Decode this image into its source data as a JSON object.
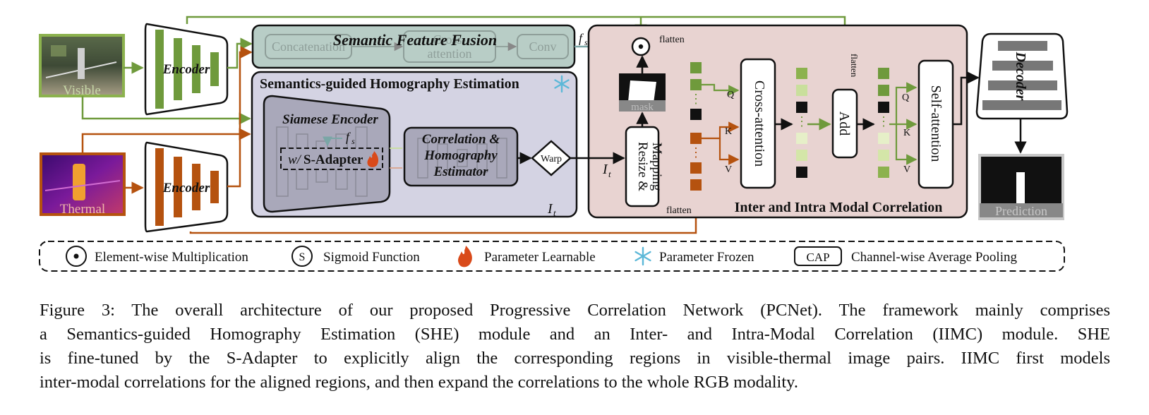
{
  "inputs": {
    "visible_label": "Visible",
    "thermal_label": "Thermal"
  },
  "encoders": {
    "visible_label": "Encoder",
    "thermal_label": "Encoder"
  },
  "sff": {
    "title": "Semantic Feature Fusion",
    "concat_label": "Concatenation",
    "cross_label_1": "Cross-",
    "cross_label_2": "attention",
    "conv_label": "Conv",
    "output_symbol": "f",
    "output_subscript": "s"
  },
  "she": {
    "title": "Semantics-guided Homography Estimation",
    "siamese_label": "Siamese Encoder",
    "fs_symbol": "f",
    "fs_subscript": "s",
    "adapter_prefix": "w/",
    "adapter_label": "S-Adapter",
    "corr_label_1": "Correlation &",
    "corr_label_2": "Homography",
    "corr_label_3": "Estimator",
    "warp_label": "Warp",
    "it_symbol": "I",
    "it_subscript": "t",
    "it_prime_symbol": "I",
    "it_prime_subscript": "t",
    "it_prime_mark": "′"
  },
  "iimc": {
    "title": "Inter and Intra Modal Correlation",
    "mask_label": "mask",
    "resize_label_1": "Resize &",
    "resize_label_2": "Mapping",
    "flatten_top": "flatten",
    "flatten_bottom": "flatten",
    "flatten_vertical": "flatten",
    "cross_attention_label": "Cross-attention",
    "add_label": "Add",
    "self_attention_label": "Self-attention",
    "q1": "Q",
    "k1": "K",
    "v1": "V",
    "q2": "Q",
    "k2": "K",
    "v2": "V"
  },
  "decoder": {
    "label": "Decoder",
    "prediction_label": "Prediction"
  },
  "legend": {
    "multiply_symbol": "⊙",
    "multiply_label": "Element-wise Multiplication",
    "sigmoid_symbol": "S",
    "sigmoid_label": "Sigmoid Function",
    "learnable_label": "Parameter Learnable",
    "frozen_label": "Parameter Frozen",
    "cap_symbol": "CAP",
    "cap_label": "Channel-wise Average Pooling"
  },
  "caption": {
    "line1": "Figure 3: The overall architecture of our proposed Progressive Correlation Network (PCNet). The framework mainly comprises",
    "line2": "a Semantics-guided Homography Estimation (SHE) module and an Inter- and Intra-Modal Correlation (IIMC) module. SHE",
    "line3": "is fine-tuned by the S-Adapter to explicitly align the corresponding regions in visible-thermal image pairs. IIMC first models",
    "line4": "inter-modal correlations for the aligned regions, and then expand the correlations to the whole RGB modality."
  },
  "colors": {
    "visible_green": "#6f9a3c",
    "thermal_orange": "#b5520f",
    "teal_arrow": "#7aa6a6",
    "sff_fill": "#b8cdc6",
    "she_fill": "#d4d3e3",
    "iimc_fill": "#e8d3d1",
    "light_green": "#c9df9c"
  }
}
